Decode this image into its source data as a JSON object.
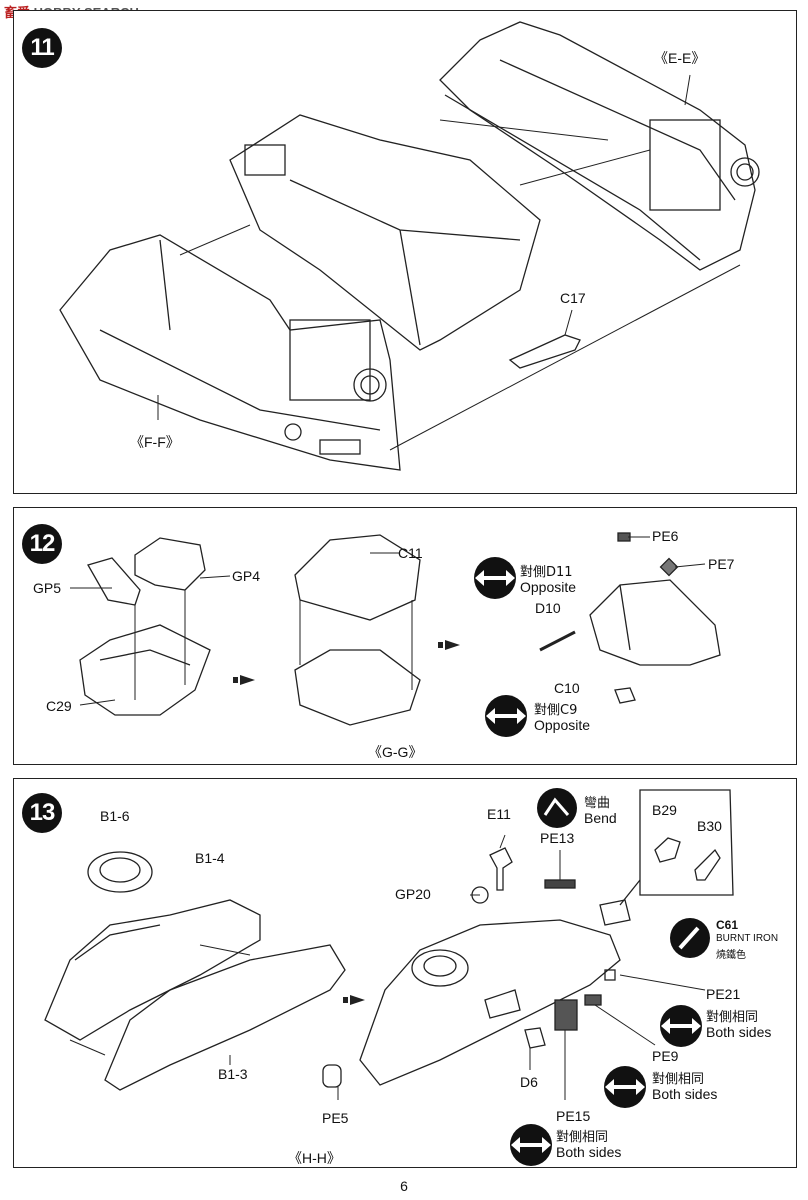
{
  "watermark": {
    "cn": "畜爱",
    "en": "HOBBY SEARCH"
  },
  "page_number": "6",
  "step11": {
    "number": "11",
    "section_ee": "《E-E》",
    "section_ff": "《F-F》",
    "part_c17": "C17"
  },
  "step12": {
    "number": "12",
    "gp5": "GP5",
    "gp4": "GP4",
    "c29": "C29",
    "c11": "C11",
    "section_gg": "《G-G》",
    "pe6": "PE6",
    "pe7": "PE7",
    "d10": "D10",
    "c10": "C10",
    "opposite_d11_cn": "對側D11",
    "opposite_d11_en": "Opposite",
    "opposite_c9_cn": "對側C9",
    "opposite_c9_en": "Opposite"
  },
  "step13": {
    "number": "13",
    "b1_6": "B1-6",
    "b1_4": "B1-4",
    "b1_3": "B1-3",
    "pe5": "PE5",
    "section_hh": "《H-H》",
    "e11": "E11",
    "gp20": "GP20",
    "pe13": "PE13",
    "bend_cn": "彎曲",
    "bend_en": "Bend",
    "b29": "B29",
    "b30": "B30",
    "paint_code": "C61",
    "paint_en": "BURNT IRON",
    "paint_cn": "燒鐵色",
    "pe21": "PE21",
    "pe21_cn": "對側相同",
    "pe21_en": "Both sides",
    "pe9": "PE9",
    "pe9_cn": "對側相同",
    "pe9_en": "Both sides",
    "d6": "D6",
    "pe15": "PE15",
    "pe15_cn": "對側相同",
    "pe15_en": "Both sides"
  }
}
